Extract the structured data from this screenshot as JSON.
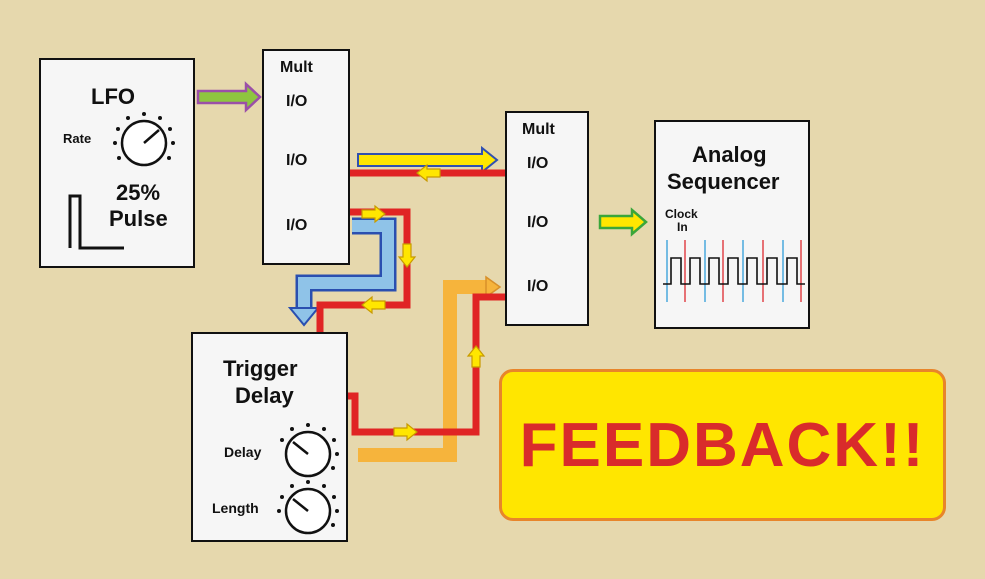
{
  "lfo": {
    "title": "LFO",
    "rate_label": "Rate",
    "pulse_percent": "25%",
    "pulse_label": "Pulse"
  },
  "mult1": {
    "title": "Mult",
    "jacks": [
      "I/O",
      "I/O",
      "I/O"
    ]
  },
  "mult2": {
    "title": "Mult",
    "jacks": [
      "I/O",
      "I/O",
      "I/O"
    ]
  },
  "sequencer": {
    "title_line1": "Analog",
    "title_line2": "Sequencer",
    "clock_line1": "Clock",
    "clock_line2": "In"
  },
  "trigger_delay": {
    "title_line1": "Trigger",
    "title_line2": "Delay",
    "delay_label": "Delay",
    "length_label": "Length"
  },
  "banner": {
    "text": "FEEDBACK!!"
  },
  "colors": {
    "background": "#e6d8ad",
    "feedback_path": "#e02424",
    "arrow_fill": "#ffe600",
    "banner_fill": "#ffe600",
    "banner_border": "#e8852a",
    "banner_text": "#d92b2b",
    "lfo_arrow": "#8ec63f",
    "lfo_arrow_border": "#9b4fa8",
    "blue_cable": "#8fc3e8",
    "orange_cable": "#f6b43c",
    "seq_red": "#e0454a",
    "seq_blue": "#4aa8dd"
  },
  "icons": [
    "knob-icon",
    "pulse-wave-icon",
    "lightning-icon",
    "square-wave-icon",
    "arrow-icon"
  ]
}
